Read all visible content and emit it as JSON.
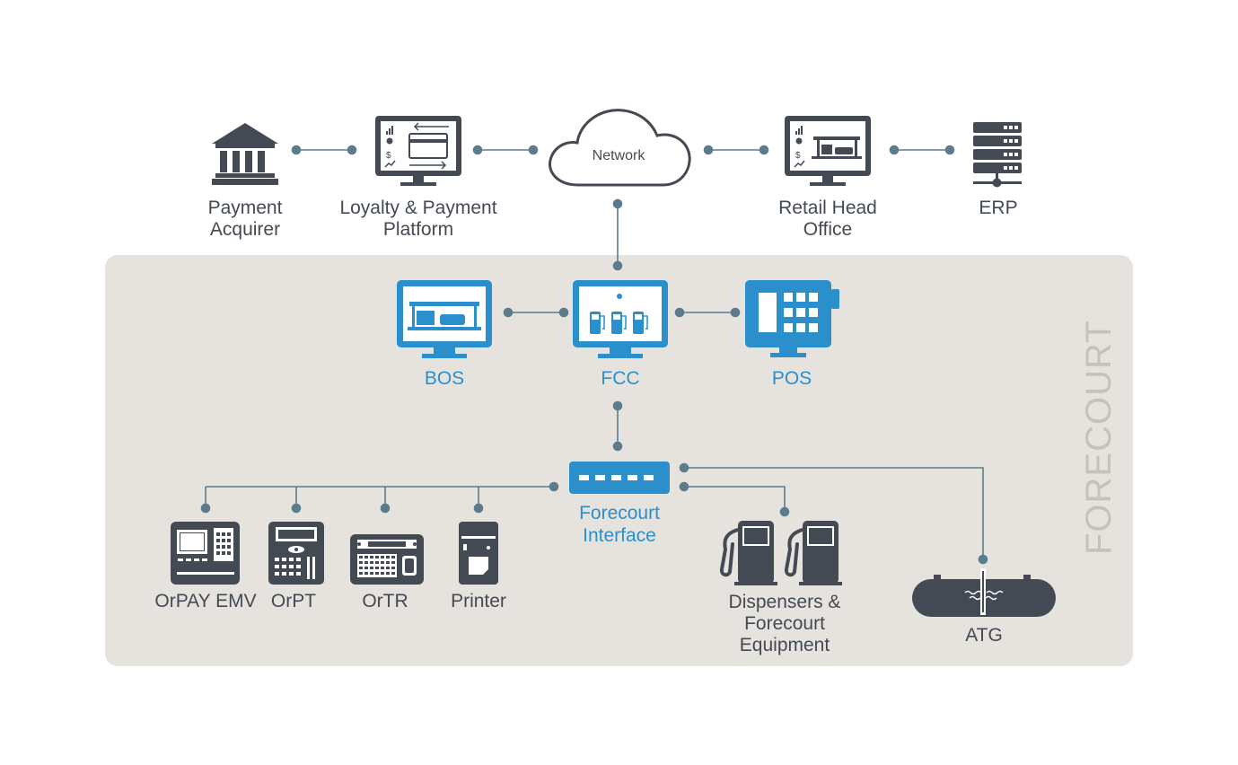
{
  "nodes": {
    "payment_acquirer": {
      "line1": "Payment",
      "line2": "Acquirer"
    },
    "loyalty_platform": {
      "line1": "Loyalty & Payment",
      "line2": "Platform"
    },
    "network": {
      "label": "Network"
    },
    "retail_head_office": {
      "line1": "Retail Head",
      "line2": "Office"
    },
    "erp": {
      "label": "ERP"
    },
    "bos": {
      "label": "BOS"
    },
    "fcc": {
      "label": "FCC"
    },
    "pos": {
      "label": "POS"
    },
    "forecourt_interface": {
      "line1": "Forecourt",
      "line2": "Interface"
    },
    "orpay_emv": {
      "label": "OrPAY EMV"
    },
    "orpt": {
      "label": "OrPT"
    },
    "ortr": {
      "label": "OrTR"
    },
    "printer": {
      "label": "Printer"
    },
    "dispensers": {
      "line1": "Dispensers &",
      "line2": "Forecourt",
      "line3": "Equipment"
    },
    "atg": {
      "label": "ATG"
    }
  },
  "zone": {
    "label": "FORECOURT"
  },
  "colors": {
    "icon_dark": "#444a53",
    "icon_blue": "#2a8fcb",
    "zone_bg": "#e6e3de",
    "connector": "#5b7c8d"
  }
}
